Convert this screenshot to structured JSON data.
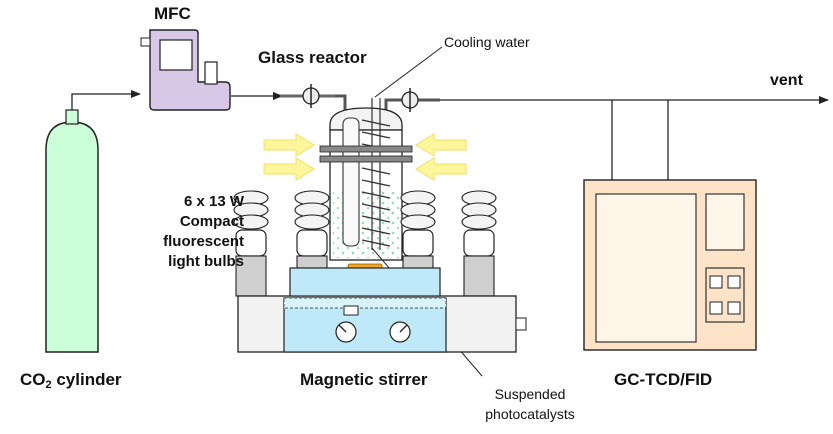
{
  "labels": {
    "mfc": "MFC",
    "glass_reactor": "Glass reactor",
    "cooling_water": "Cooling water",
    "vent": "vent",
    "lamps": "6 x 13 W\nCompact\nfluorescent\nlight bulbs",
    "co2_prefix": "CO",
    "co2_sub": "2",
    "co2_suffix": " cylinder",
    "magnetic_stirrer": "Magnetic stirrer",
    "suspended": "Suspended\nphotocatalysts",
    "gc": "GC-TCD/FID"
  },
  "colors": {
    "line": "#222222",
    "cylinder_fill": "#ccffd9",
    "mfc_fill": "#d6c8e6",
    "gc_fill": "#fde4c8",
    "stirrer_fill": "#bfe9f8",
    "base_fill": "#f2f2f2",
    "arrow_fill": "#fff59a",
    "arrow_stroke": "#f0e060",
    "bulb_fill": "#f4f4f4",
    "catalyst": "#f5a623",
    "reactor_dots": "#8fe0b0"
  },
  "icons": [
    "gas-cylinder-icon",
    "mass-flow-controller-icon",
    "glass-reactor-icon",
    "fluorescent-bulb-icon",
    "light-arrow-icon",
    "magnetic-stirrer-icon",
    "gas-chromatograph-icon",
    "valve-icon"
  ]
}
